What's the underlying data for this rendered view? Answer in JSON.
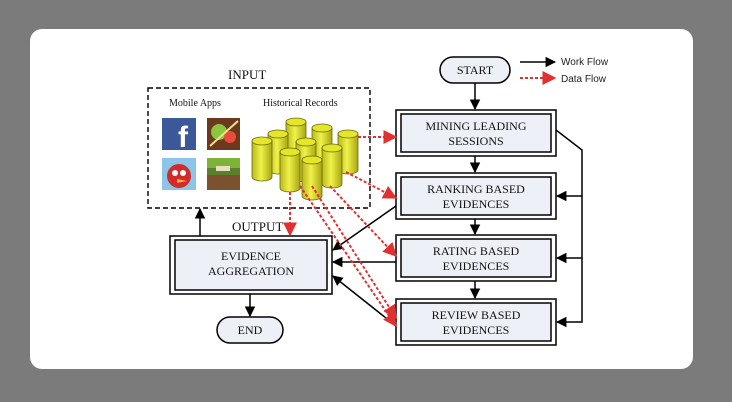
{
  "diagram": {
    "input_label": "INPUT",
    "output_label": "OUTPUT",
    "mobile_apps_label": "Mobile Apps",
    "historical_records_label": "Historical Records",
    "start": "START",
    "end": "END",
    "boxes": {
      "mining": [
        "MINING LEADING",
        "SESSIONS"
      ],
      "ranking": [
        "RANKING BASED",
        "EVIDENCES"
      ],
      "rating": [
        "RATING BASED",
        "EVIDENCES"
      ],
      "review": [
        "REVIEW BASED",
        "EVIDENCES"
      ],
      "aggregation": [
        "EVIDENCE",
        "AGGREGATION"
      ]
    },
    "legend": {
      "work_flow": "Work Flow",
      "data_flow": "Data Flow"
    },
    "app_icons": [
      "facebook-icon",
      "fruit-ninja-icon",
      "angry-birds-icon",
      "minecraft-icon"
    ],
    "colors": {
      "work_flow": "#000000",
      "data_flow": "#e03030",
      "box_fill": "#edf0f6",
      "cylinder": "#e5e52a"
    }
  }
}
